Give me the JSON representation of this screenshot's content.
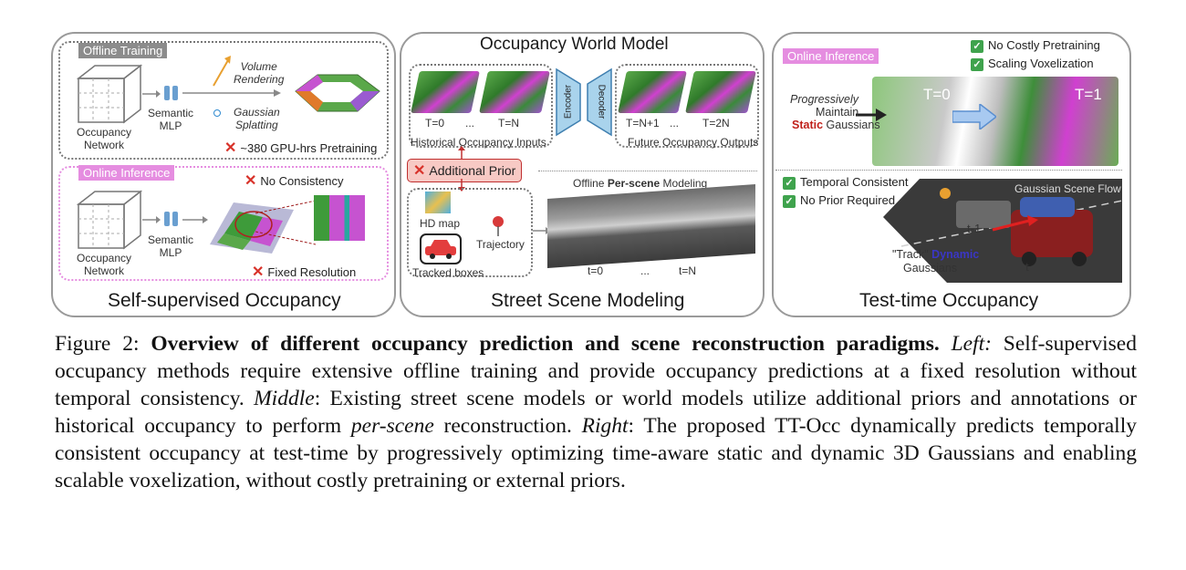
{
  "left": {
    "title": "Self-supervised Occupancy",
    "offline_tag": "Offline Training",
    "occupancy_network_1": "Occupancy\nNetwork",
    "semantic_mlp_1": "Semantic\nMLP",
    "volume_rendering": "Volume\nRendering",
    "gaussian_splatting": "Gaussian\nSplatting",
    "pretraining": "~380 GPU-hrs Pretraining",
    "online_tag": "Online Inference",
    "no_consistency": "No Consistency",
    "occupancy_network_2": "Occupancy\nNetwork",
    "semantic_mlp_2": "Semantic\nMLP",
    "fixed_resolution": "Fixed Resolution"
  },
  "middle": {
    "world_model_title": "Occupancy World Model",
    "t0": "T=0",
    "dots1": "...",
    "tN": "T=N",
    "encoder": "Encoder",
    "decoder": "Decoder",
    "tN1": "T=N+1",
    "dots2": "...",
    "t2N": "T=2N",
    "historical": "Historical Occupancy Inputs",
    "future": "Future Occupancy Outputs",
    "additional_prior": "Additional Prior",
    "offline_modeling_prefix": "Offline ",
    "offline_modeling_bold": "Per-scene",
    "offline_modeling_suffix": " Modeling",
    "hd_map": "HD map",
    "trajectory": "Trajectory",
    "tracked_boxes": "Tracked boxes",
    "st0": "t=0",
    "sdots": "...",
    "stN": "t=N",
    "title": "Street Scene Modeling"
  },
  "right": {
    "title": "Test-time Occupancy",
    "online_tag": "Online Inference",
    "no_costly": "No Costly Pretraining",
    "scaling": "Scaling Voxelization",
    "progressively": "Progressively",
    "maintain": "Maintain",
    "static_word": "Static",
    "gaussians1": " Gaussians",
    "t0": "T=0",
    "t1": "T=1",
    "temporal": "Temporal Consistent",
    "no_prior": "No Prior Required",
    "scene_flow": "Gaussian Scene Flow",
    "tminus1": "t-1",
    "t": "t",
    "track_prefix": "\"Track\" ",
    "dynamic_word": "Dynamic",
    "gaussians2": "Gaussians"
  },
  "caption": {
    "fig_label": "Figure 2:  ",
    "fig_title": "Overview of different occupancy prediction and scene reconstruction paradigms.",
    "left_label": "Left:",
    "left_text": " Self-supervised occupancy methods require extensive offline training and provide occupancy predictions at a fixed resolution without temporal consistency. ",
    "middle_label": "Middle",
    "middle_text": ": Existing street scene models or world models utilize additional priors and annotations or historical occupancy to perform ",
    "per_scene": "per-scene",
    "middle_text2": " reconstruction. ",
    "right_label": "Right",
    "right_text": ": The proposed TT-Occ dynamically predicts temporally consistent occupancy at test-time by progressively optimizing time-aware static and dynamic 3D Gaussians and enabling scalable voxelization, without costly pretraining or external priors."
  },
  "colors": {
    "accent_pink": "#e58de0",
    "cross_red": "#d8322a",
    "check_green": "#3fa34d",
    "static_red": "#c0201a",
    "dynamic_blue": "#3a36c4"
  }
}
